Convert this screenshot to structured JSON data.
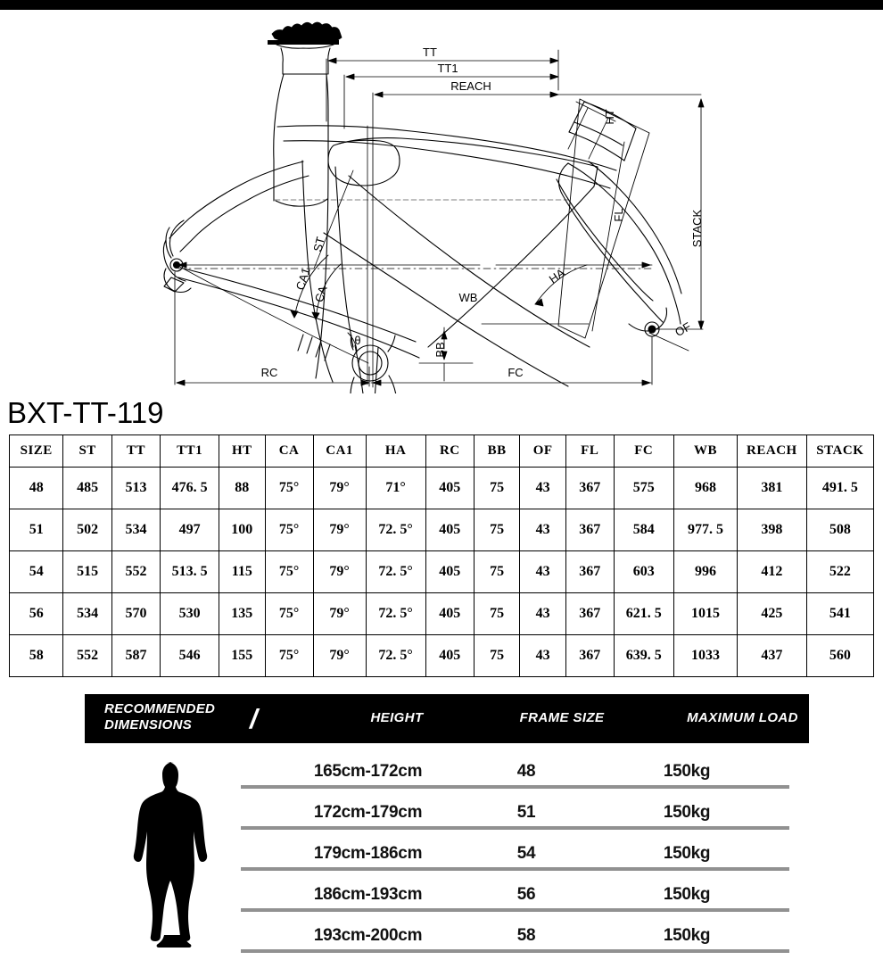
{
  "model_title": "BXT-TT-119",
  "diagram": {
    "labels": {
      "tt": "TT",
      "tt1": "TT1",
      "reach": "REACH",
      "ht": "HT",
      "fl": "FL",
      "stack": "STACK",
      "ha": "HA",
      "of": "OF",
      "st": "ST",
      "ca": "CA",
      "ca1": "CA1",
      "theta": "θ",
      "wb": "WB",
      "bb": "BB",
      "rc": "RC",
      "fc": "FC"
    }
  },
  "geometry_table": {
    "headers": [
      "SIZE",
      "ST",
      "TT",
      "TT1",
      "HT",
      "CA",
      "CA1",
      "HA",
      "RC",
      "BB",
      "OF",
      "FL",
      "FC",
      "WB",
      "REACH",
      "STACK"
    ],
    "rows": [
      {
        "size": "48",
        "st": "485",
        "tt": "513",
        "tt1": "476. 5",
        "ht": "88",
        "ca": "75°",
        "ca1": "79°",
        "ha": "71°",
        "rc": "405",
        "bb": "75",
        "of": "43",
        "fl": "367",
        "fc": "575",
        "wb": "968",
        "reach": "381",
        "stack": "491. 5"
      },
      {
        "size": "51",
        "st": "502",
        "tt": "534",
        "tt1": "497",
        "ht": "100",
        "ca": "75°",
        "ca1": "79°",
        "ha": "72. 5°",
        "rc": "405",
        "bb": "75",
        "of": "43",
        "fl": "367",
        "fc": "584",
        "wb": "977. 5",
        "reach": "398",
        "stack": "508"
      },
      {
        "size": "54",
        "st": "515",
        "tt": "552",
        "tt1": "513. 5",
        "ht": "115",
        "ca": "75°",
        "ca1": "79°",
        "ha": "72. 5°",
        "rc": "405",
        "bb": "75",
        "of": "43",
        "fl": "367",
        "fc": "603",
        "wb": "996",
        "reach": "412",
        "stack": "522"
      },
      {
        "size": "56",
        "st": "534",
        "tt": "570",
        "tt1": "530",
        "ht": "135",
        "ca": "75°",
        "ca1": "79°",
        "ha": "72. 5°",
        "rc": "405",
        "bb": "75",
        "of": "43",
        "fl": "367",
        "fc": "621. 5",
        "wb": "1015",
        "reach": "425",
        "stack": "541"
      },
      {
        "size": "58",
        "st": "552",
        "tt": "587",
        "tt1": "546",
        "ht": "155",
        "ca": "75°",
        "ca1": "79°",
        "ha": "72. 5°",
        "rc": "405",
        "bb": "75",
        "of": "43",
        "fl": "367",
        "fc": "639. 5",
        "wb": "1033",
        "reach": "437",
        "stack": "560"
      }
    ]
  },
  "recommended": {
    "title_line1": "RECOMMENDED",
    "title_line2": "DIMENSIONS",
    "slash": "/",
    "col_height": "HEIGHT",
    "col_frame_size": "FRAME SIZE",
    "col_max_load": "MAXIMUM LOAD",
    "rows": [
      {
        "height": "165cm-172cm",
        "frame_size": "48",
        "max_load": "150kg"
      },
      {
        "height": "172cm-179cm",
        "frame_size": "51",
        "max_load": "150kg"
      },
      {
        "height": "179cm-186cm",
        "frame_size": "54",
        "max_load": "150kg"
      },
      {
        "height": "186cm-193cm",
        "frame_size": "56",
        "max_load": "150kg"
      },
      {
        "height": "193cm-200cm",
        "frame_size": "58",
        "max_load": "150kg"
      }
    ]
  },
  "colors": {
    "bar_black": "#000000",
    "separator_gray": "#919191",
    "text_black": "#111111",
    "white": "#ffffff"
  }
}
